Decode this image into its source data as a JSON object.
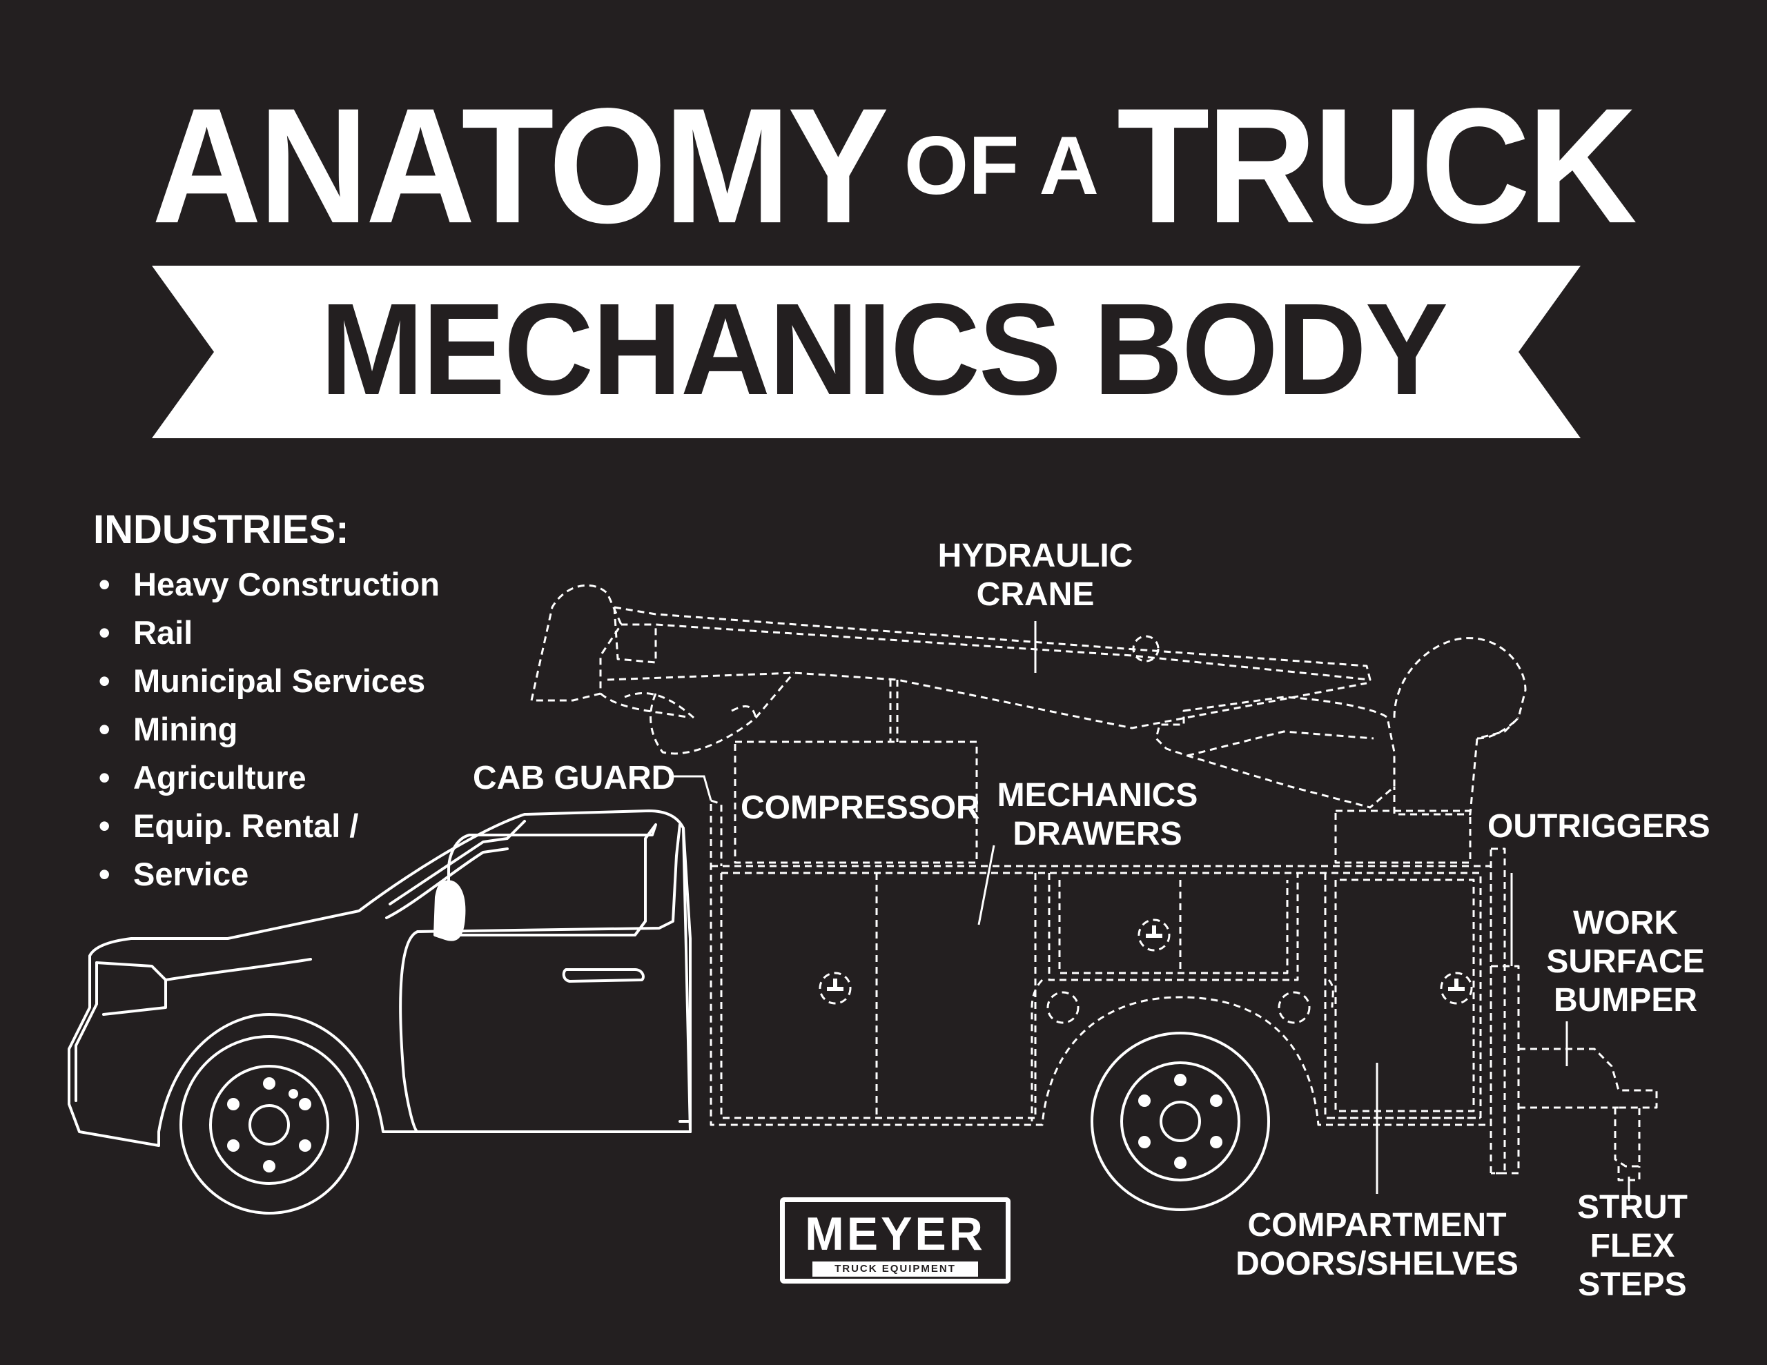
{
  "title": {
    "word1": "ANATOMY",
    "connector": "OF A",
    "word2": "TRUCK",
    "banner": "MECHANICS BODY"
  },
  "industries": {
    "heading": "INDUSTRIES:",
    "items": [
      "Heavy Construction",
      "Rail",
      "Municipal Services",
      "Mining",
      "Agriculture",
      "Equip. Rental /",
      "Service"
    ]
  },
  "labels": {
    "hydraulic_crane": [
      "HYDRAULIC",
      "CRANE"
    ],
    "cab_guard": "CAB GUARD",
    "compressor": "COMPRESSOR",
    "mechanics_drawers": [
      "MECHANICS",
      "DRAWERS"
    ],
    "outriggers": "OUTRIGGERS",
    "work_surface_bumper": [
      "WORK",
      "SURFACE",
      "BUMPER"
    ],
    "compartment_doors": [
      "COMPARTMENT",
      "DOORS/SHELVES"
    ],
    "strut_flex_steps": [
      "STRUT",
      "FLEX",
      "STEPS"
    ]
  },
  "logo": {
    "name": "MEYER",
    "tagline": "TRUCK EQUIPMENT"
  },
  "colors": {
    "background": "#231f20",
    "foreground": "#ffffff"
  }
}
